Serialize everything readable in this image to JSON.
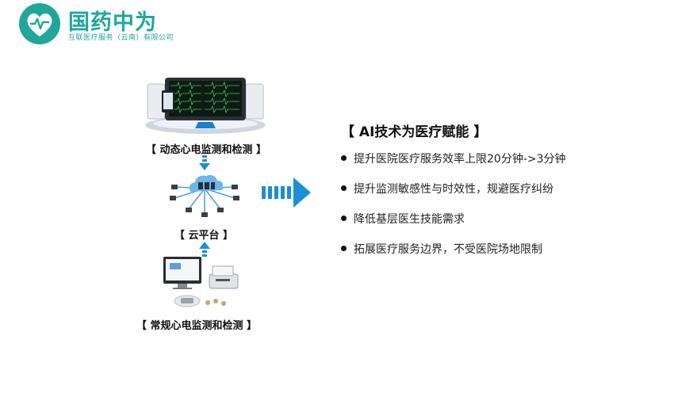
{
  "logo": {
    "title": "国药中为",
    "subtitle": "互联医疗服务（云南）有限公司"
  },
  "diagram": {
    "label_dynamic": "【 动态心电监测和检测 】",
    "label_cloud": "【 云平台 】",
    "label_regular": "【 常规心电监测和检测 】"
  },
  "ai": {
    "title": "【  AI技术为医疗赋能 】",
    "items": [
      "提升医院医疗服务效率上限20分钟->3分钟",
      "提升监测敏感性与时效性，规避医疗纠纷",
      "降低基层医生技能需求",
      "拓展医疗服务边界，不受医院场地限制"
    ]
  },
  "colors": {
    "brand": "#1fa79c",
    "accent": "#1a8fd8"
  }
}
